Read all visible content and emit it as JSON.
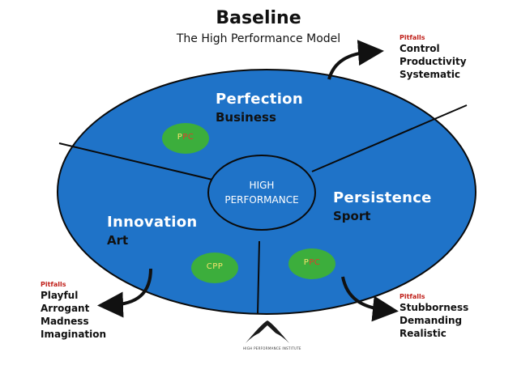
{
  "title": "Baseline",
  "subtitle": "The High Performance Model",
  "center": {
    "line1": "HIGH",
    "line2": "PERFORMANCE"
  },
  "segments": {
    "perfection": {
      "title": "Perfection",
      "subtitle": "Business"
    },
    "persistence": {
      "title": "Persistence",
      "subtitle": "Sport"
    },
    "innovation": {
      "title": "Innovation",
      "subtitle": "Art"
    }
  },
  "badges": {
    "top": {
      "first": "P",
      "second": "PC"
    },
    "bottom_left": {
      "first": "C",
      "second": "PP"
    },
    "bottom_right": {
      "first": "P",
      "second": "PC"
    }
  },
  "pitfalls": {
    "top_right": {
      "heading": "Pitfalls",
      "items": [
        "Control",
        "Productivity",
        "Systematic"
      ]
    },
    "bottom_left": {
      "heading": "Pitfalls",
      "items": [
        "Playful",
        "Arrogant",
        "Madness",
        "Imagination"
      ]
    },
    "bottom_right": {
      "heading": "Pitfalls",
      "items": [
        "Stubborness",
        "Demanding",
        "Realistic"
      ]
    }
  },
  "logo": {
    "text": "HIGH PERFORMANCE INSTITUTE"
  },
  "colors": {
    "ellipse_fill": "#1f73c8",
    "ellipse_stroke": "#0a0a0a",
    "badge_fill": "#3cae3c",
    "badge_first_letter": "#f6e36b",
    "badge_rest": "#e33a2c",
    "pitfall_heading": "#c0201a"
  }
}
